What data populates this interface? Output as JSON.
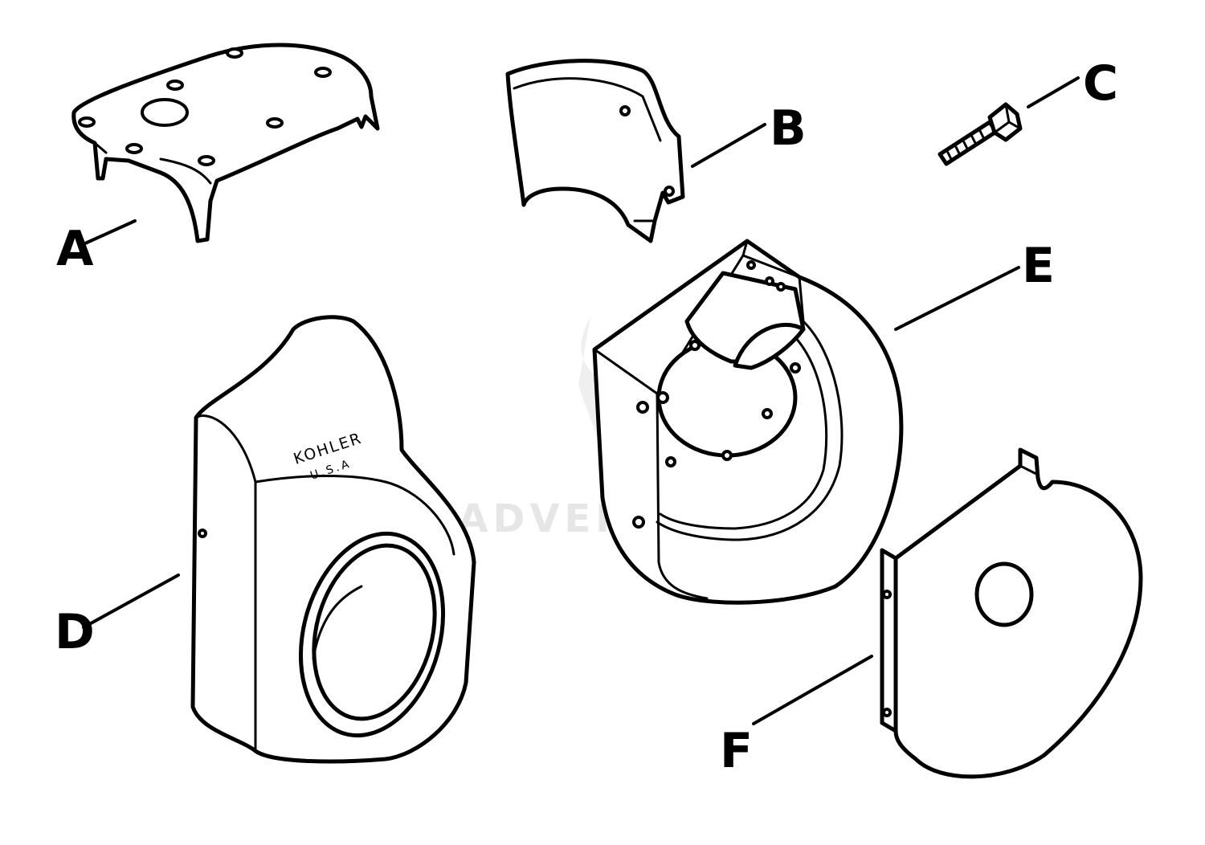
{
  "labels": {
    "a": "A",
    "b": "B",
    "c": "C",
    "d": "D",
    "e": "E",
    "f": "F"
  },
  "shroud_marking": {
    "line1": "KOHLER",
    "line2": "U.S.A"
  },
  "watermark": {
    "text": "LEADVENTURE"
  },
  "colors": {
    "ink": "#000000",
    "paper": "#ffffff",
    "watermark": "#e6e6e6"
  }
}
